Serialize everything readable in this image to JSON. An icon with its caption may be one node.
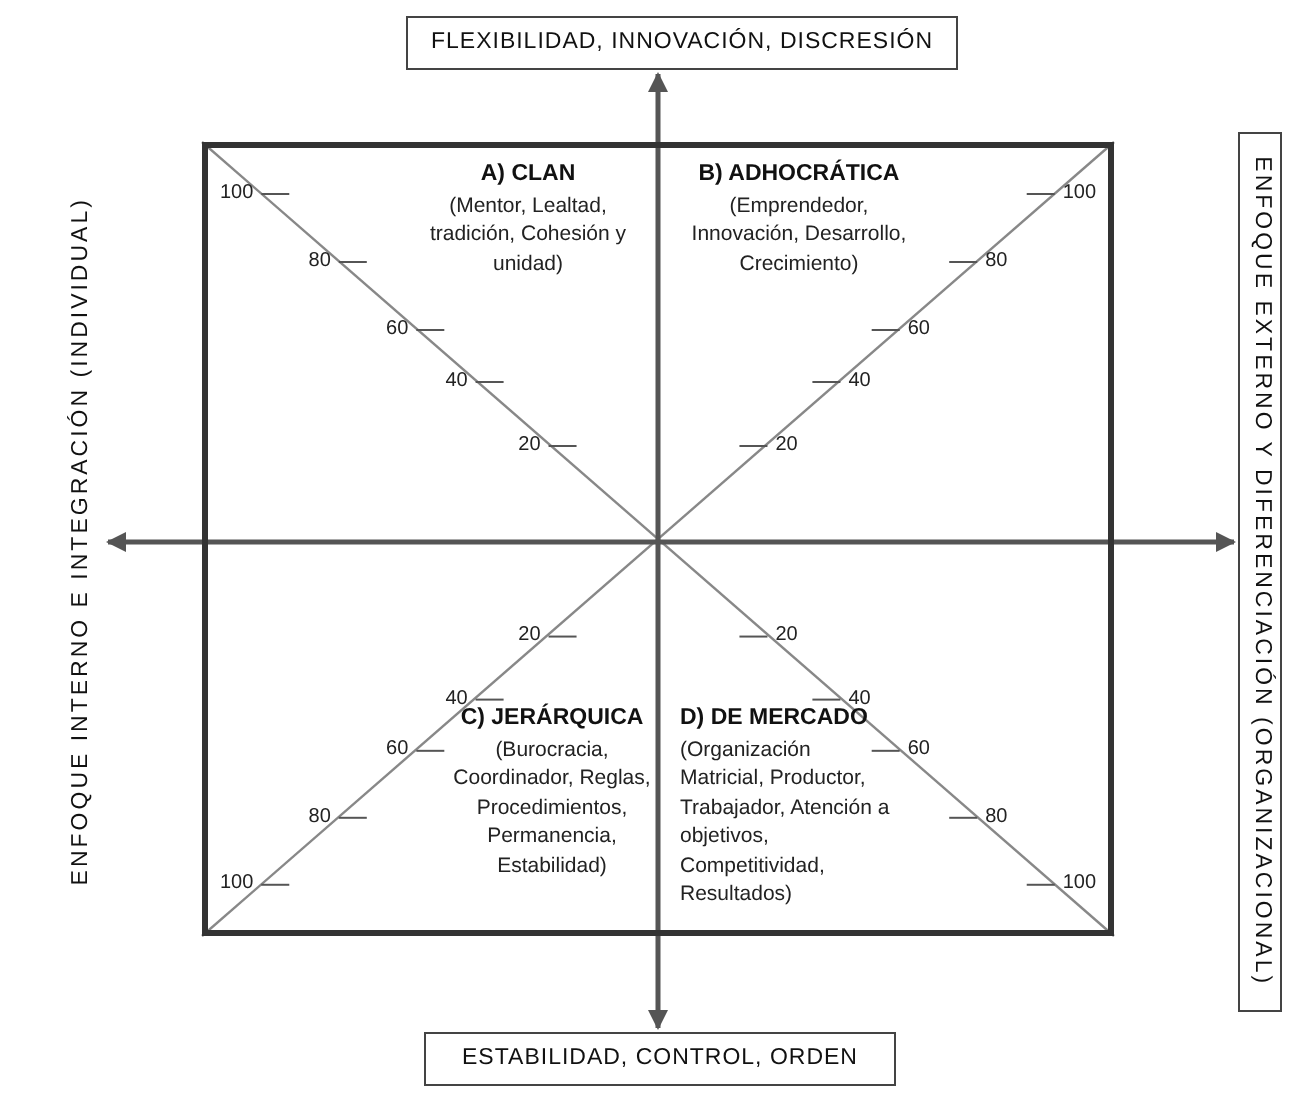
{
  "diagram": {
    "nodes": [
      {
        "text": [
          "FLEXIBILIDAD, INNOVACIÓN, DISCRESIÓN"
        ]
      },
      {
        "text": [
          "ENFOQUE EXTERNO Y DIFERENCIACIÓN (ORGANIZACIONAL)"
        ]
      },
      {
        "text": [
          "ESTABILIDAD, CONTROL, ORDEN"
        ]
      },
      {
        "text": [
          "ENFOQUE INTERNO E INTEGRACIÓN (INDIVIDUAL)"
        ]
      },
      {
        "text": [],
        "shape": "box"
      },
      {
        "text": [
          "A) CLAN",
          "(Mentor, Lealtad, tradición, Cohesión y unidad)"
        ],
        "in": 4
      },
      {
        "text": [
          "B) ADHOCRÁTICA",
          "(Emprendedor, Innovación, Desarrollo, Crecimiento)"
        ],
        "in": 4
      },
      {
        "text": [
          "C) JERÁRQUICA",
          "(Burocracia, Coordinador, Reglas, Procedimientos, Permanencia, Estabilidad)"
        ],
        "in": 4
      },
      {
        "text": [
          "D) DE MERCADO",
          "(Organización Matricial, Productor, Trabajador, Atención a objetivos, Competitividad, Resultados)"
        ],
        "in": 4
      }
    ],
    "edges": [
      {
        "from": 0,
        "to": 2,
        "arrow": "both"
      },
      {
        "from": 3,
        "to": 1,
        "arrow": "both"
      }
    ],
    "labels": [
      "100",
      "80",
      "60",
      "40",
      "20",
      "100",
      "80",
      "60",
      "40",
      "20",
      "20",
      "40",
      "60",
      "80",
      "100",
      "20",
      "40",
      "60",
      "80",
      "100"
    ]
  }
}
